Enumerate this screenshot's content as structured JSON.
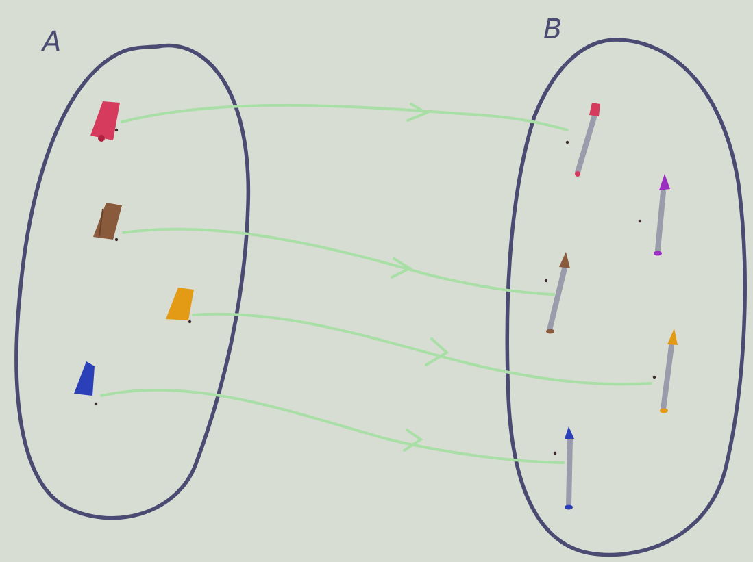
{
  "diagram": {
    "type": "set-mapping",
    "sets": [
      {
        "id": "A",
        "label": "A"
      },
      {
        "id": "B",
        "label": "B"
      }
    ],
    "domain_elements": [
      {
        "id": "a1",
        "kind": "pencil-stub",
        "color": "#d63a5c",
        "color_name": "red"
      },
      {
        "id": "a2",
        "kind": "pencil-stub",
        "color": "#8a5a3c",
        "color_name": "brown"
      },
      {
        "id": "a3",
        "kind": "pencil-stub",
        "color": "#e39a14",
        "color_name": "orange"
      },
      {
        "id": "a4",
        "kind": "pencil-stub",
        "color": "#2b3fb8",
        "color_name": "blue"
      }
    ],
    "codomain_elements": [
      {
        "id": "b1",
        "kind": "pencil",
        "color": "#d63a5c",
        "color_name": "red"
      },
      {
        "id": "b2",
        "kind": "pencil",
        "color": "#9a2ec0",
        "color_name": "purple"
      },
      {
        "id": "b3",
        "kind": "pencil",
        "color": "#8a5a3c",
        "color_name": "brown"
      },
      {
        "id": "b4",
        "kind": "pencil",
        "color": "#e39a14",
        "color_name": "orange"
      },
      {
        "id": "b5",
        "kind": "pencil",
        "color": "#2b3fb8",
        "color_name": "blue"
      }
    ],
    "mappings": [
      {
        "from": "a1",
        "to": "b1"
      },
      {
        "from": "a2",
        "to": "b3"
      },
      {
        "from": "a3",
        "to": "b4"
      },
      {
        "from": "a4",
        "to": "b5"
      }
    ],
    "colors": {
      "paper": "#d8ddd3",
      "outline": "#4a4a72",
      "arrow": "#a9dfa6",
      "pencil_body": "#9a9cab"
    }
  }
}
